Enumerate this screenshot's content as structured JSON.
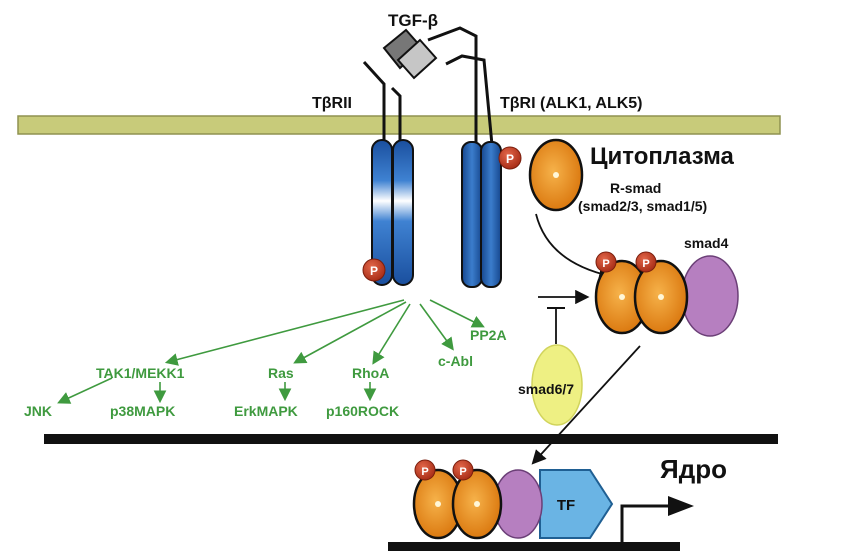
{
  "labels": {
    "ligand": "TGF-β",
    "receptor2": "TβRII",
    "receptor1": "TβRI (ALK1, ALK5)",
    "cytoplasm": "Цитоплазма",
    "rsmad": "R-smad",
    "rsmad_sub": "(smad2/3, smad1/5)",
    "smad4": "smad4",
    "smad67": "smad6/7",
    "nucleus": "Ядро",
    "tf": "TF",
    "phospho": "P"
  },
  "pathways": {
    "tak1": "TAK1/MEKK1",
    "jnk": "JNK",
    "p38": "p38MAPK",
    "ras": "Ras",
    "erk": "ErkMAPK",
    "rhoa": "RhoA",
    "rock": "p160ROCK",
    "cabl": "c-Abl",
    "pp2a": "PP2A"
  },
  "colors": {
    "membrane": "#c8cb7a",
    "receptor": "#1d5cb0",
    "pathway_text": "#3f9a3f",
    "smad_orange": "#e98a16",
    "smad4_purple": "#b67fc0",
    "smad67_yellow": "#eef083",
    "phospho_red": "#c0391f",
    "tf_blue": "#6ab4e4"
  }
}
